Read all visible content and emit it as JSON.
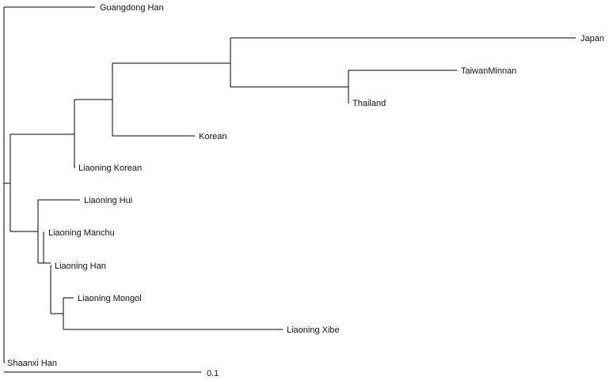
{
  "tree": {
    "line_color": "#000000",
    "taxa": [
      "Guangdong Han",
      "Japan",
      "TaiwanMinnan",
      "Thailand",
      "Korean",
      "Liaoning Korean",
      "Liaoning Hui",
      "Liaoning Manchu",
      "Liaoning Han",
      "Liaoning Mongol",
      "Liaoning Xibe",
      "Shaanxi Han"
    ],
    "scale_bar": {
      "label": "0.1",
      "length": 0.1
    }
  }
}
